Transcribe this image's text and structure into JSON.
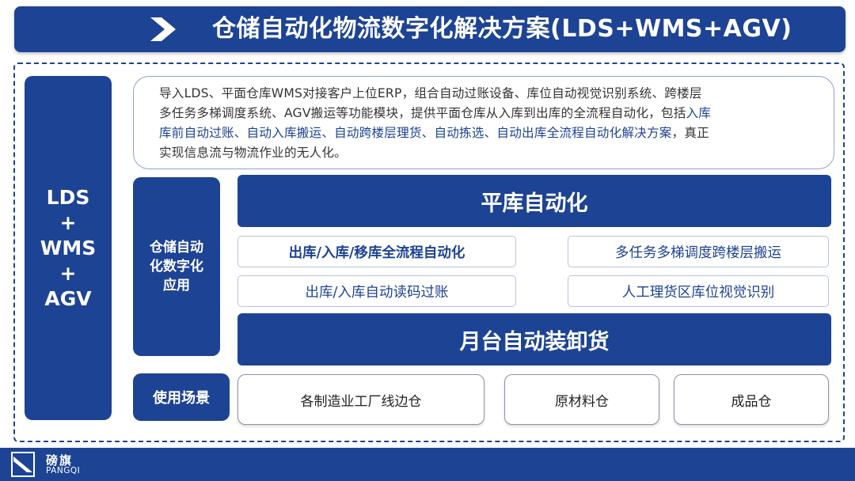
{
  "header": {
    "title": "仓储自动化物流数字化解决方案(LDS+WMS+AGV)"
  },
  "left_pillar": {
    "lines": [
      "LDS",
      "+",
      "WMS",
      "+",
      "AGV"
    ]
  },
  "intro": {
    "line1": "导入LDS、平面仓库WMS对接客户上位ERP，组合自动过账设备、库位自动视觉识别系统、跨楼层",
    "line2_a": "多任务多梯调度系统、AGV搬运等功能模块，提供平面仓库从入库到出库的全流程自动化，包括",
    "line2_hl": "入库",
    "line3_hl": "库前自动过账、自动入库搬运、自动跨楼层理货、自动拣选、自动出库全流程自动化解决方案",
    "line3_b": "，真正",
    "line4": "实现信息流与物流作业的无人化。"
  },
  "application": {
    "label": "仓储自动化数字化应用",
    "label_lines": [
      "仓储自动",
      "化数字化",
      "应用"
    ],
    "top_band": "平库自动化",
    "features": {
      "f1": "出库/入库/移库全流程自动化",
      "f2": "多任务多梯调度跨楼层搬运",
      "f3": "出库/入库自动读码过账",
      "f4": "人工理货区库位视觉识别"
    },
    "bottom_band": "月台自动装卸货"
  },
  "scenes": {
    "label": "使用场景",
    "items": [
      "各制造业工厂线边仓",
      "原材料仓",
      "成品仓"
    ]
  },
  "footer": {
    "brand_cn": "磅旗",
    "brand_en": "PANGQI"
  },
  "colors": {
    "primary": "#1d4394",
    "border": "#8fa3c9"
  }
}
